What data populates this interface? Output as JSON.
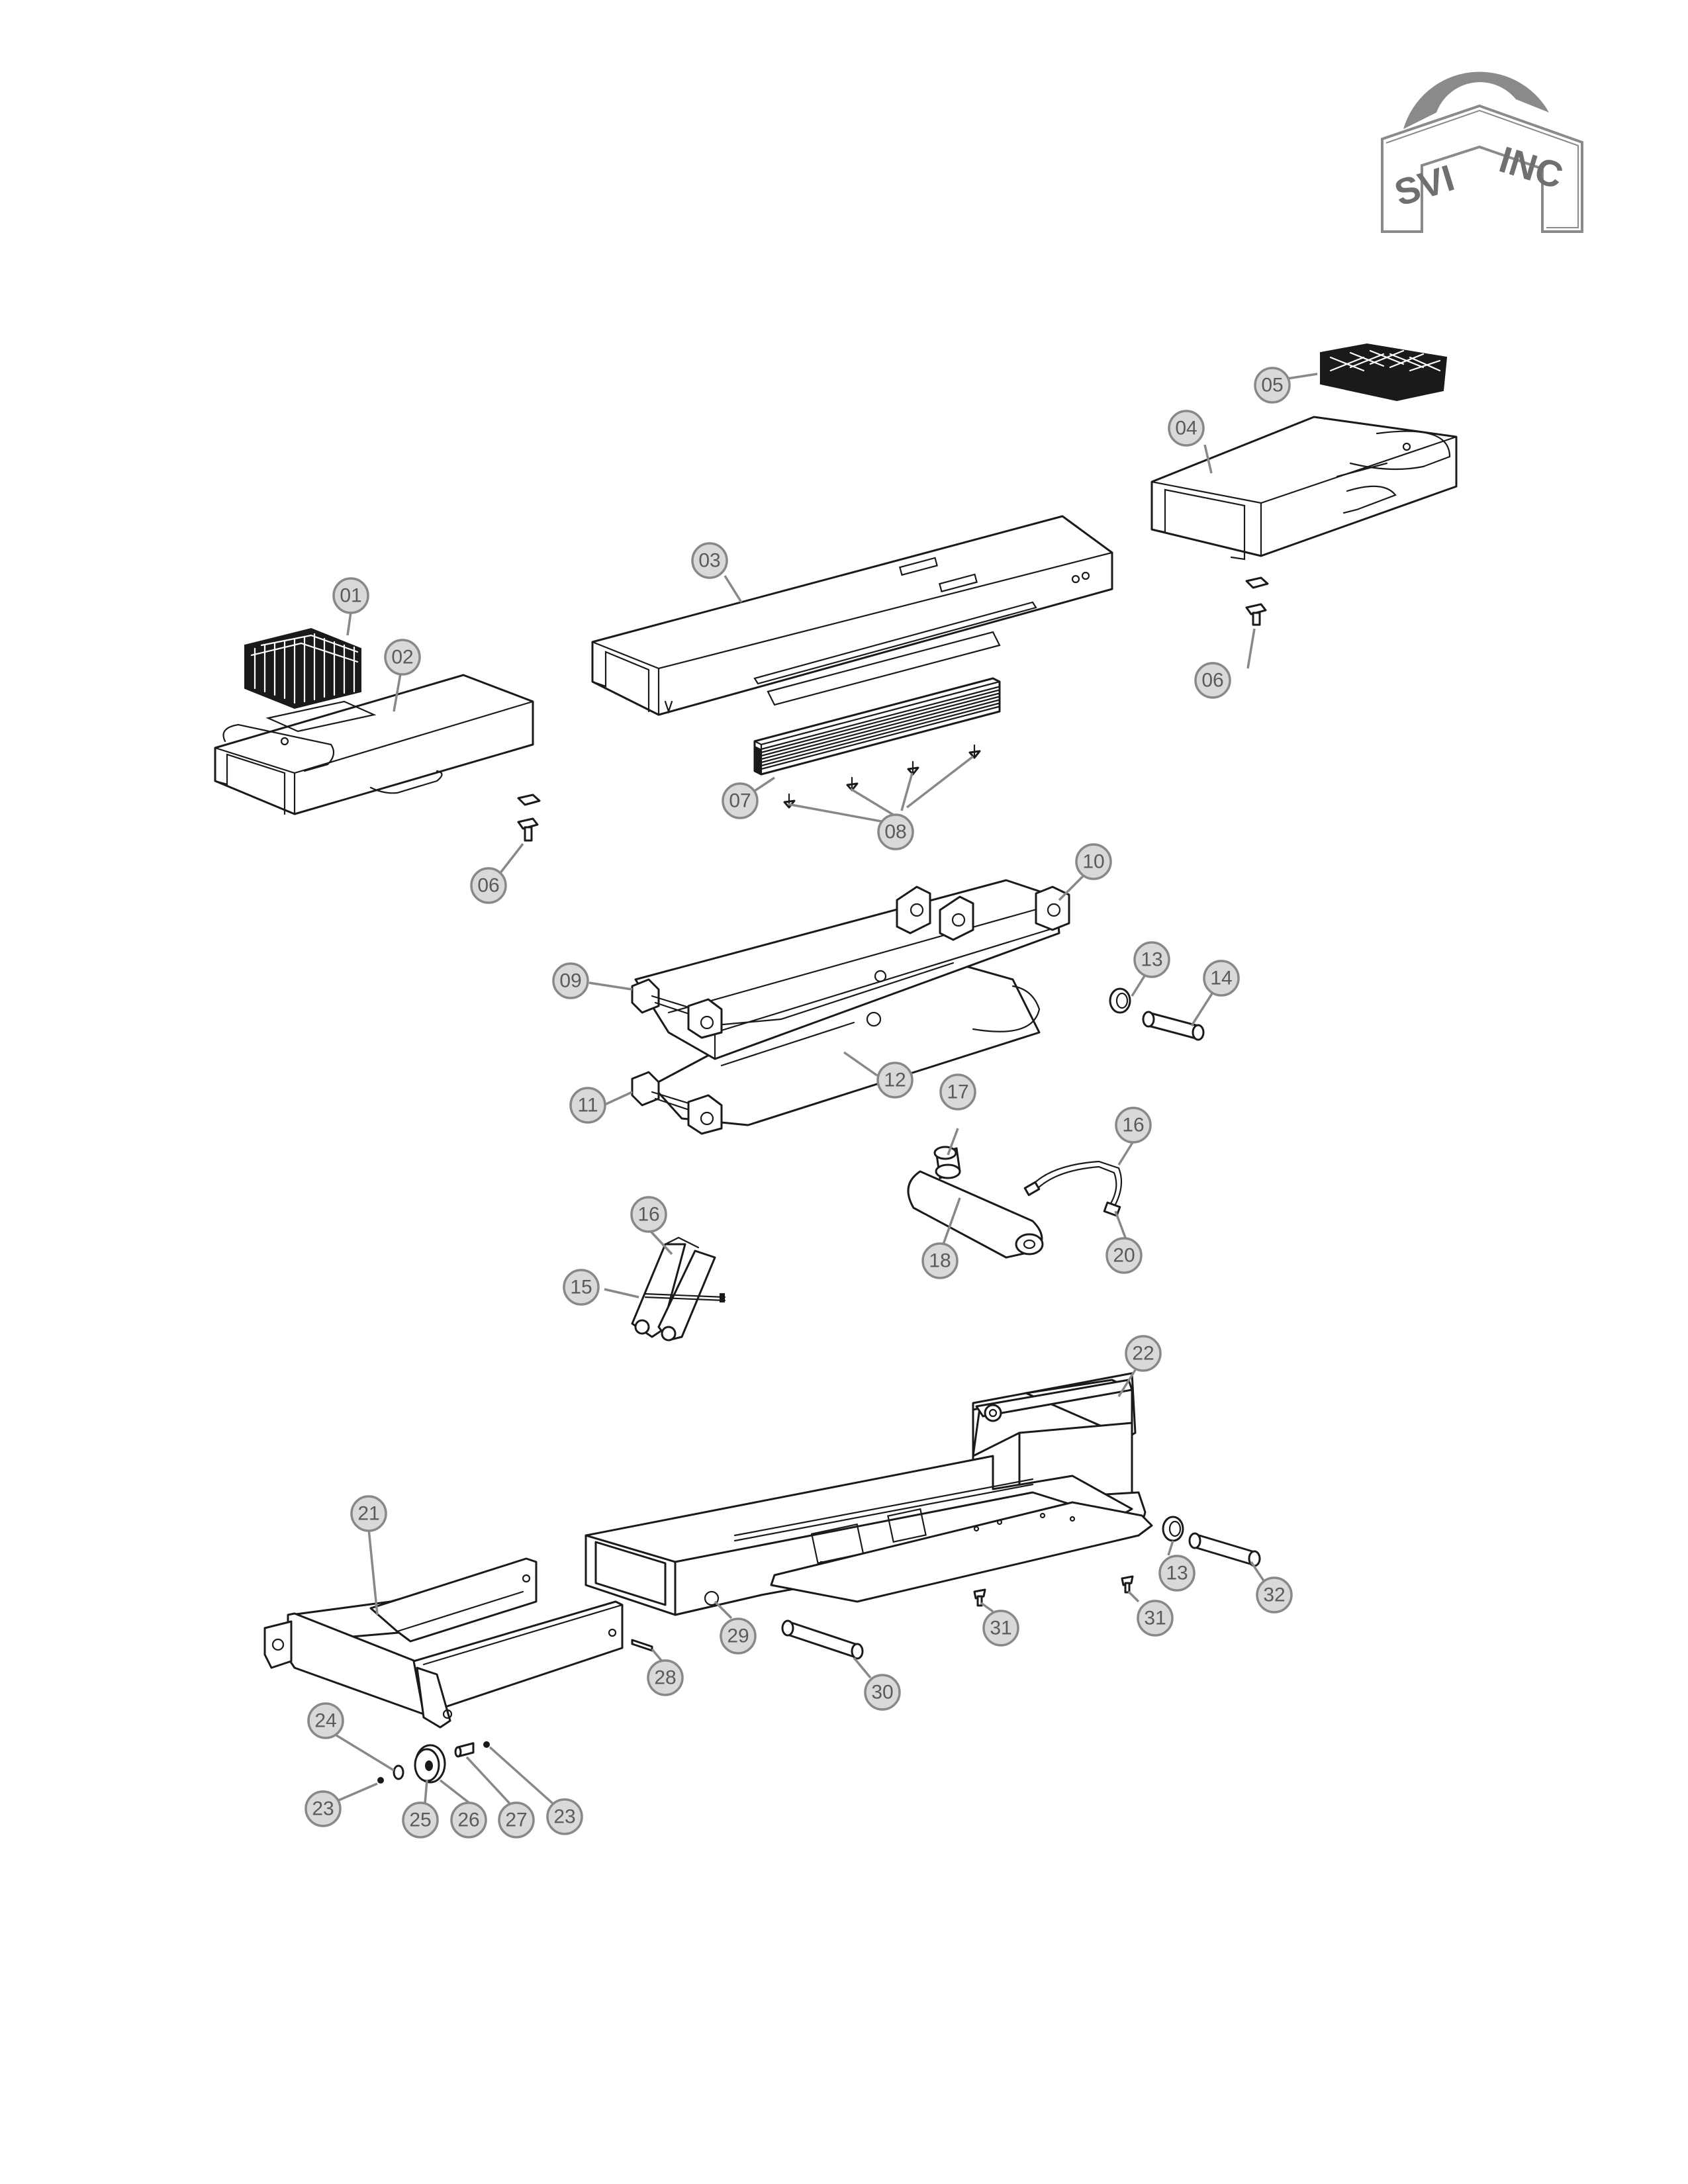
{
  "logo": {
    "text_left": "SVI",
    "text_right": "INC",
    "color": "#8a8a8a"
  },
  "callout_style": {
    "fill": "#d9d9d9",
    "stroke": "#888888",
    "text_color": "#5a5a5a"
  },
  "callouts": [
    {
      "label": "01",
      "target": "rubber-pad-left"
    },
    {
      "label": "02",
      "target": "end-cap-left"
    },
    {
      "label": "03",
      "target": "upper-channel"
    },
    {
      "label": "04",
      "target": "end-cap-right"
    },
    {
      "label": "05",
      "target": "rubber-pad-right"
    },
    {
      "label": "06",
      "target": "bolt-right"
    },
    {
      "label": "06",
      "target": "bolt-left"
    },
    {
      "label": "07",
      "target": "slide-pad-stack"
    },
    {
      "label": "08",
      "target": "screws"
    },
    {
      "label": "09",
      "target": "arm-pin-upper"
    },
    {
      "label": "10",
      "target": "scissor-arm-upper"
    },
    {
      "label": "11",
      "target": "arm-pin-lower"
    },
    {
      "label": "12",
      "target": "scissor-arm-lower"
    },
    {
      "label": "13",
      "target": "bushing-upper"
    },
    {
      "label": "14",
      "target": "pin-upper"
    },
    {
      "label": "15",
      "target": "lock-bracket"
    },
    {
      "label": "16",
      "target": "lock-bracket-top"
    },
    {
      "label": "16",
      "target": "hose"
    },
    {
      "label": "17",
      "target": "cylinder-rod"
    },
    {
      "label": "18",
      "target": "cylinder-body"
    },
    {
      "label": "20",
      "target": "hose-fitting"
    },
    {
      "label": "21",
      "target": "handle-frame"
    },
    {
      "label": "22",
      "target": "power-unit"
    },
    {
      "label": "23",
      "target": "clip-left"
    },
    {
      "label": "23",
      "target": "clip-right"
    },
    {
      "label": "24",
      "target": "washer"
    },
    {
      "label": "25",
      "target": "wheel"
    },
    {
      "label": "26",
      "target": "wheel-hub"
    },
    {
      "label": "27",
      "target": "axle"
    },
    {
      "label": "28",
      "target": "roll-pin"
    },
    {
      "label": "29",
      "target": "base-frame"
    },
    {
      "label": "30",
      "target": "base-pin"
    },
    {
      "label": "31",
      "target": "base-screw-left"
    },
    {
      "label": "31",
      "target": "base-screw-right"
    },
    {
      "label": "13",
      "target": "bushing-lower"
    },
    {
      "label": "32",
      "target": "pin-lower"
    }
  ]
}
